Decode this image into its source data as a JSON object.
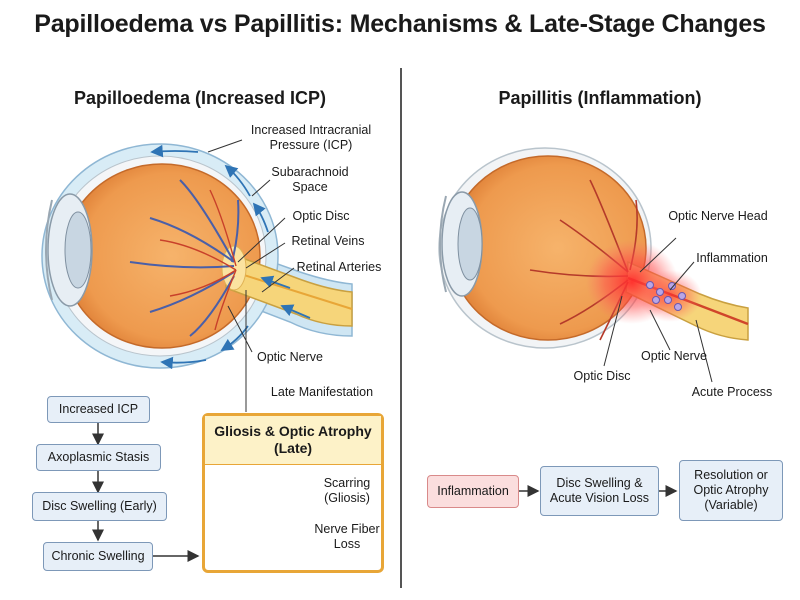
{
  "title": "Papilloedema vs Papillitis: Mechanisms & Late-Stage Changes",
  "left": {
    "heading": "Papilloedema (Increased ICP)",
    "labels": {
      "icp": "Increased Intracranial Pressure (ICP)",
      "subarachnoid": "Subarachnoid Space",
      "optic_disc": "Optic Disc",
      "retinal_veins": "Retinal Veins",
      "retinal_arteries": "Retinal Arteries",
      "optic_nerve": "Optic Nerve",
      "late_manifestation": "Late Manifestation"
    },
    "flow": [
      "Increased ICP",
      "Axoplasmic Stasis",
      "Disc Swelling (Early)",
      "Chronic Swelling"
    ],
    "callout": {
      "title": "Gliosis & Optic Atrophy (Late)",
      "scarring": "Scarring (Gliosis)",
      "fiber_loss": "Nerve Fiber Loss"
    }
  },
  "right": {
    "heading": "Papillitis (Inflammation)",
    "labels": {
      "nerve_head": "Optic Nerve Head",
      "inflammation": "Inflammation",
      "optic_nerve": "Optic Nerve",
      "optic_disc": "Optic Disc",
      "acute": "Acute Process"
    },
    "flow": [
      "Inflammation",
      "Disc Swelling & Acute Vision Loss",
      "Resolution or Optic Atrophy (Variable)"
    ]
  },
  "colors": {
    "eye_orange": "#f0a056",
    "nerve_yellow": "#f6d57a",
    "csf_blue": "#cfe6f3",
    "flow_box": "#e7eff8",
    "inflamed_box": "#fbdede",
    "callout_border": "#e8a637"
  }
}
